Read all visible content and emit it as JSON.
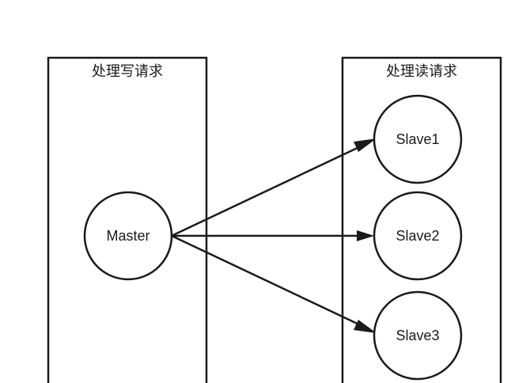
{
  "groups": {
    "write": {
      "title": "处理写请求"
    },
    "read": {
      "title": "处理读请求"
    }
  },
  "nodes": {
    "master": {
      "label": "Master"
    },
    "slave1": {
      "label": "Slave1"
    },
    "slave2": {
      "label": "Slave2"
    },
    "slave3": {
      "label": "Slave3"
    }
  },
  "edges": [
    {
      "from": "Master",
      "to": "Slave1"
    },
    {
      "from": "Master",
      "to": "Slave2"
    },
    {
      "from": "Master",
      "to": "Slave3"
    }
  ]
}
